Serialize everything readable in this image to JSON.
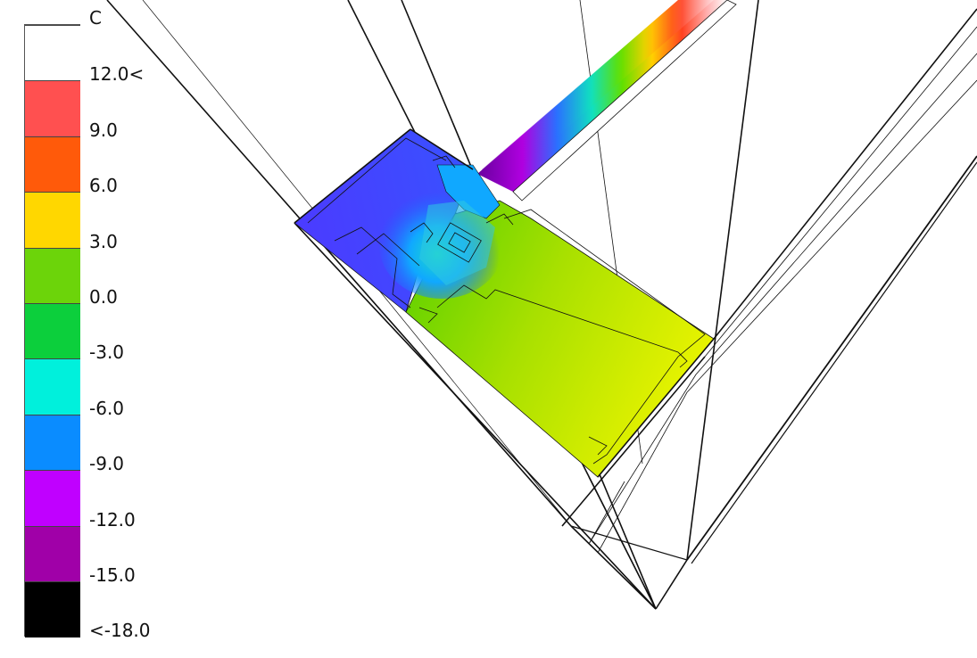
{
  "legend": {
    "unit": "C",
    "scale": [
      {
        "label": "12.0<",
        "color": "#ffffff"
      },
      {
        "label": "9.0",
        "color": "#ff5050"
      },
      {
        "label": "6.0",
        "color": "#ff5a0a"
      },
      {
        "label": "3.0",
        "color": "#ffd700"
      },
      {
        "label": "0.0",
        "color": "#6cd40a"
      },
      {
        "label": "-3.0",
        "color": "#0ccf3c"
      },
      {
        "label": "-6.0",
        "color": "#00f0dc"
      },
      {
        "label": "-9.0",
        "color": "#0a8cff"
      },
      {
        "label": "-12.0",
        "color": "#c000ff"
      },
      {
        "label": "-15.0",
        "color": "#a000a8"
      },
      {
        "label": "<-18.0",
        "color": "#000000"
      }
    ]
  }
}
